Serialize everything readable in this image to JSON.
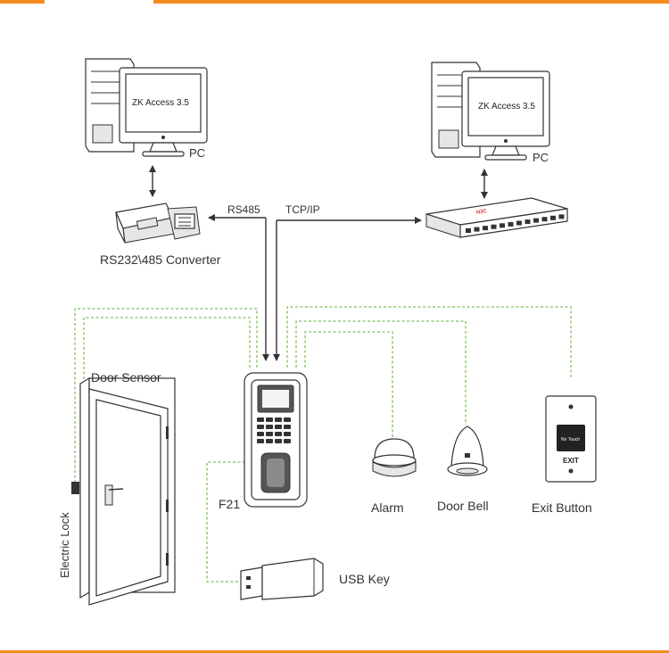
{
  "accent_color": "#f58a1f",
  "dashed_line_color": "#7cbf5e",
  "pc_left": {
    "screen_text": "ZK Access 3.5",
    "label": "PC"
  },
  "pc_right": {
    "screen_text": "ZK Access 3.5",
    "label": "PC"
  },
  "switch_brand": "H3C",
  "converter_label": "RS232\\485 Converter",
  "link_rs485": "RS485",
  "link_tcpip": "TCP/IP",
  "door_sensor_label": "Door Sensor",
  "electric_lock_label": "Electric Lock",
  "device_label": "F21",
  "usb_key_label": "USB Key",
  "alarm_label": "Alarm",
  "door_bell_label": "Door Bell",
  "exit_button_label": "Exit Button",
  "exit_button_face_text": "No Touch",
  "exit_button_caption": "EXIT"
}
